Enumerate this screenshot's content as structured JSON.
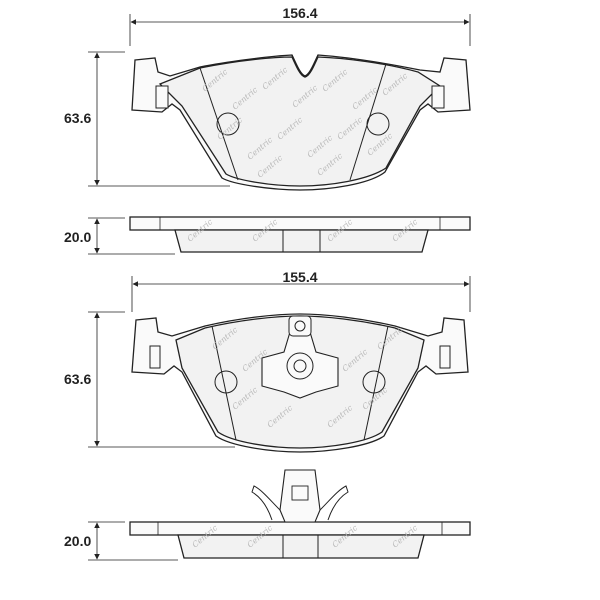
{
  "diagram": {
    "top_pad": {
      "width_label": "156.4",
      "height_label": "63.6",
      "thickness_label": "20.0"
    },
    "bottom_pad": {
      "width_label": "155.4",
      "height_label": "63.6",
      "thickness_label": "20.0"
    },
    "watermark_text": "Centric"
  },
  "colors": {
    "line": "#222222",
    "pad_fill": "#f2f2f2",
    "watermark": "#b8b8b8"
  }
}
